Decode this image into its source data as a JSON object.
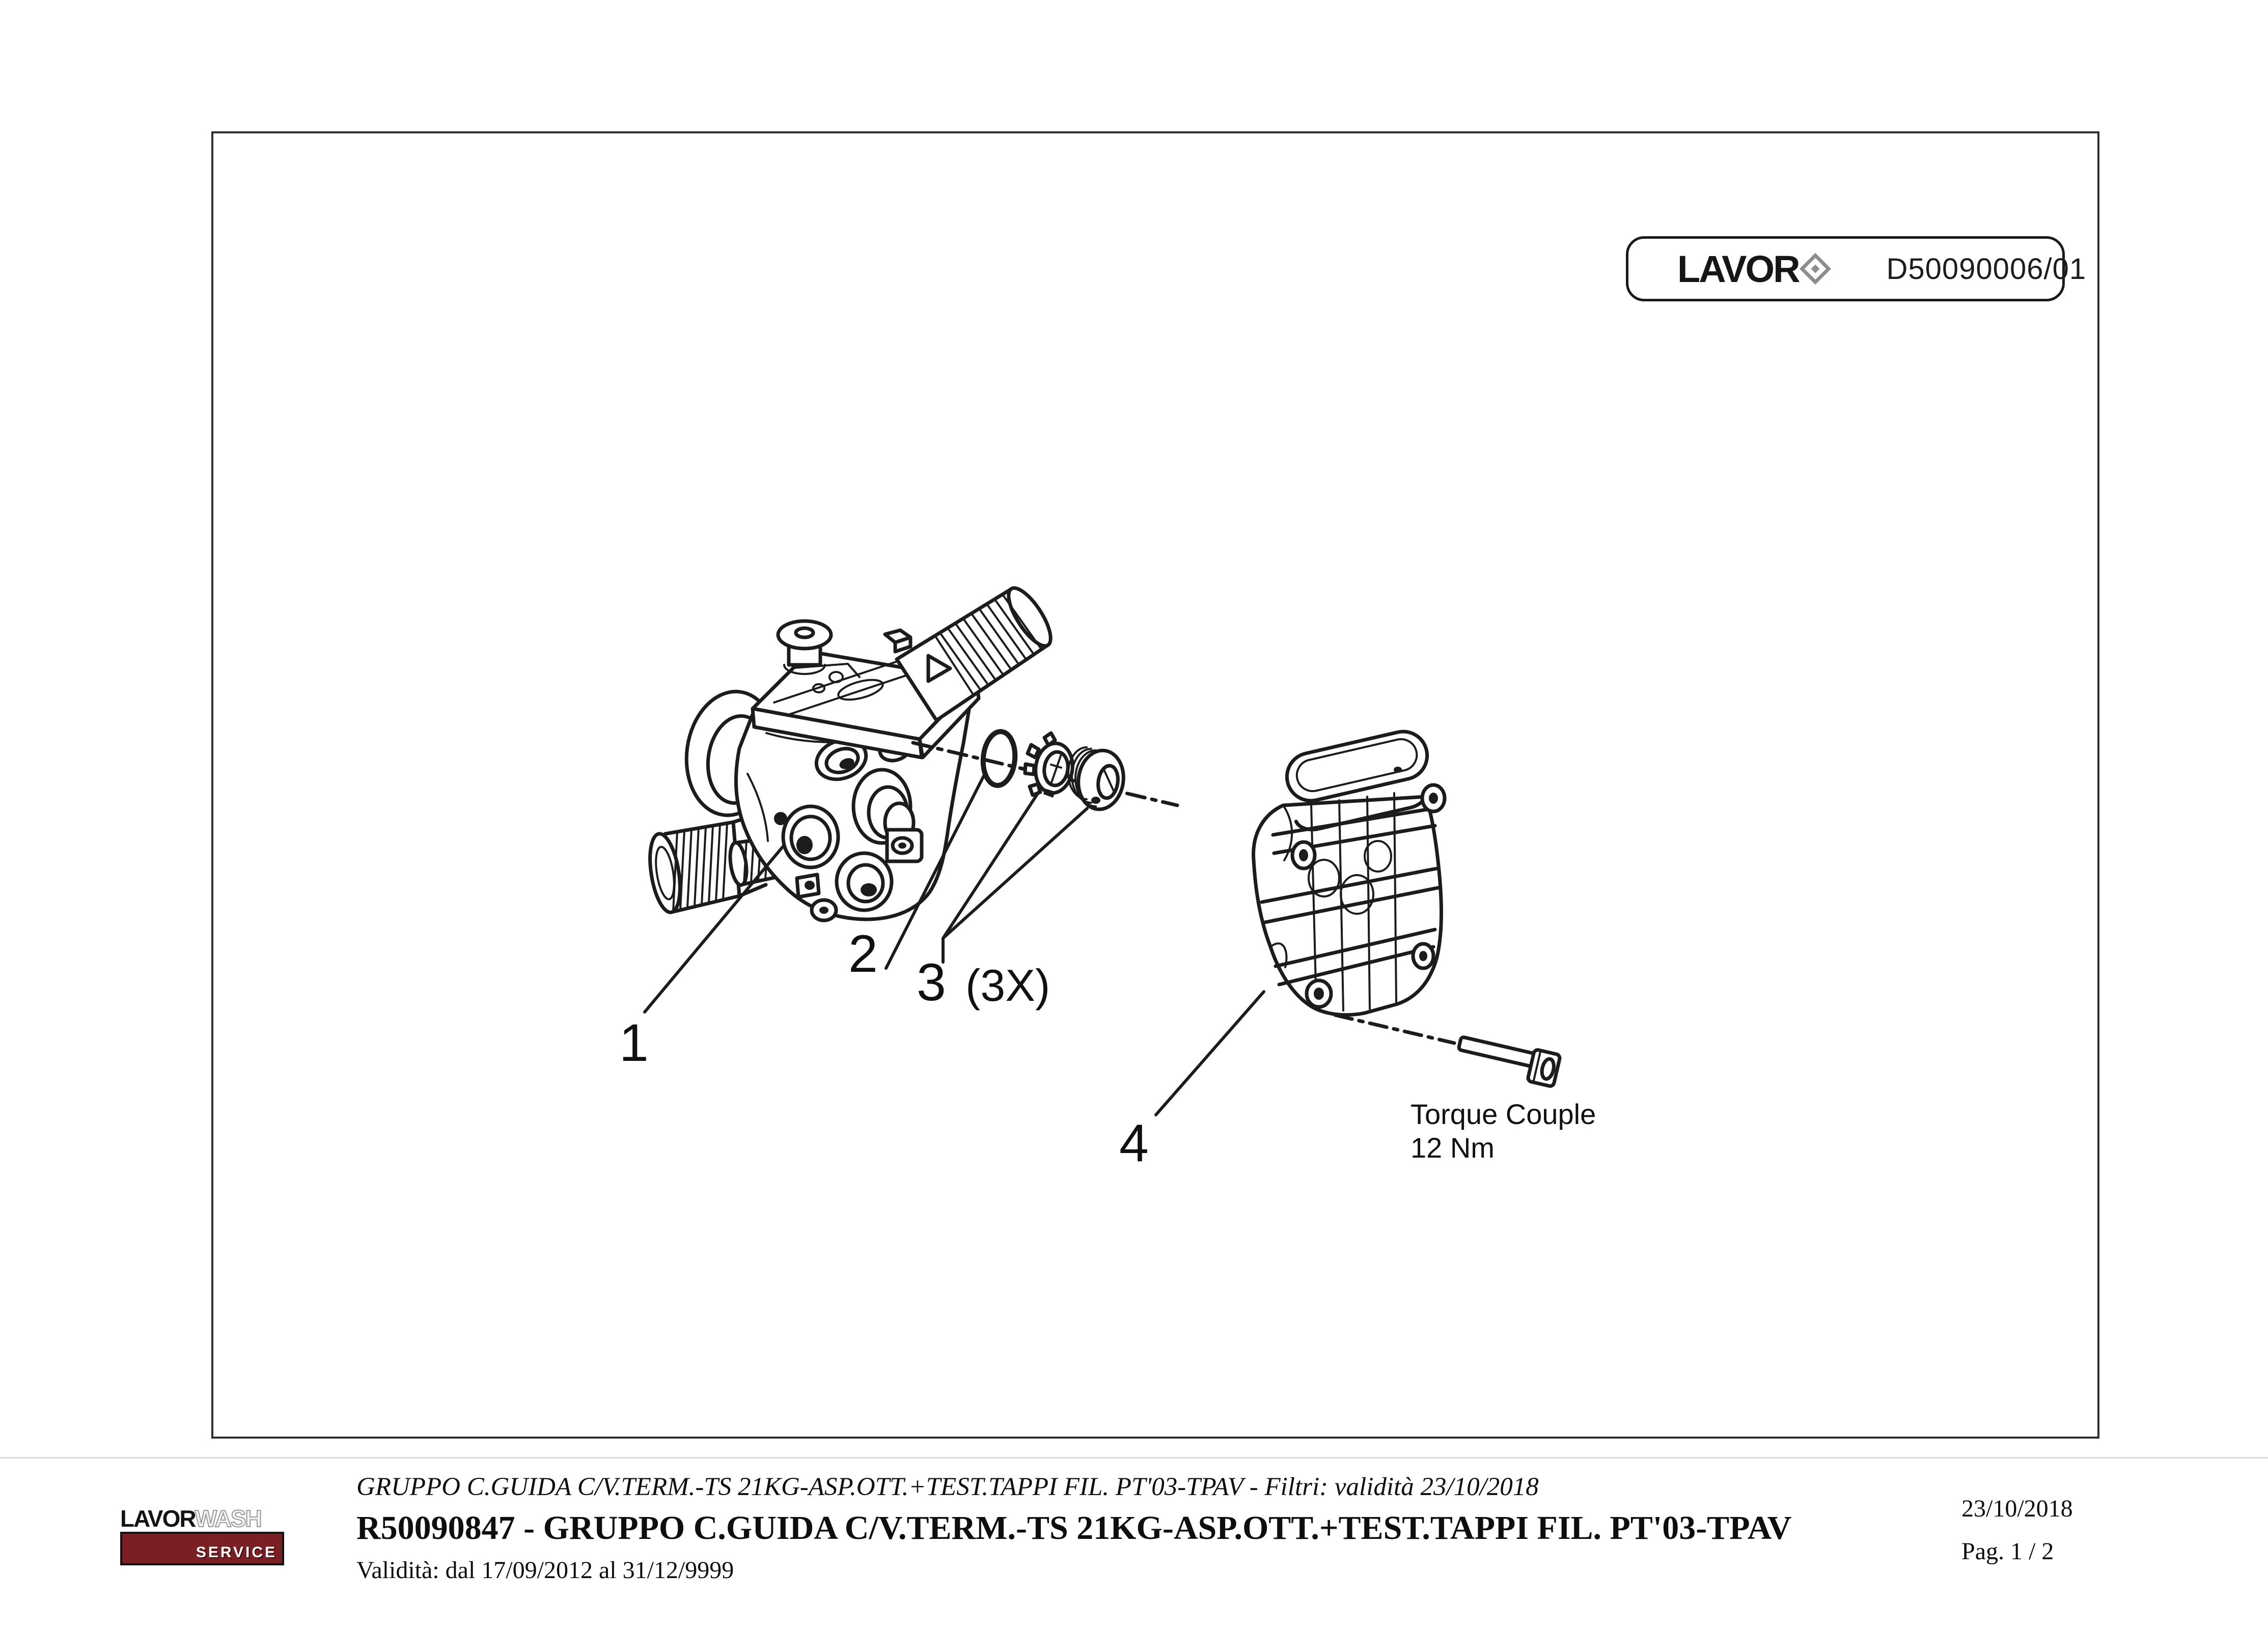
{
  "colors": {
    "ink": "#1c1c1c",
    "frame_border": "#2f2f2f",
    "divider": "#dadada",
    "logo_red": "#7a2025"
  },
  "stamp": {
    "brand": "LAVOR",
    "code": "D50090006/01"
  },
  "diagram": {
    "part_labels": {
      "p1": "1",
      "p2": "2",
      "p3": "3",
      "p3_qty": "(3X)",
      "p4": "4"
    },
    "torque_note": {
      "line1": "Torque Couple",
      "line2": "12 Nm"
    }
  },
  "footer": {
    "logo": {
      "word1": "LAVOR",
      "word2": "WASH",
      "word3": "SERVICE"
    },
    "subject_line": "GRUPPO C.GUIDA C/V.TERM.-TS 21KG-ASP.OTT.+TEST.TAPPI FIL. PT'03-TPAV - Filtri: validità 23/10/2018",
    "title_line": "R50090847 - GRUPPO C.GUIDA C/V.TERM.-TS 21KG-ASP.OTT.+TEST.TAPPI FIL. PT'03-TPAV",
    "validity_line": "Validità: dal 17/09/2012 al 31/12/9999",
    "date": "23/10/2018",
    "page_number": "Pag. 1 / 2"
  }
}
